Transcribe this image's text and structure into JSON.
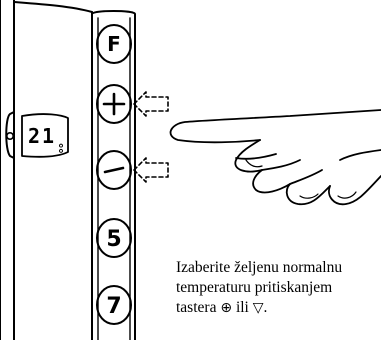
{
  "device": {
    "buttons": [
      {
        "id": "f",
        "label": "F",
        "icon": "f-letter"
      },
      {
        "id": "plus",
        "label": "+",
        "icon": "plus-icon"
      },
      {
        "id": "minus",
        "label": "−",
        "icon": "minus-icon"
      },
      {
        "id": "5",
        "label": "5",
        "icon": "digit-5"
      },
      {
        "id": "7",
        "label": "7",
        "icon": "digit-7"
      }
    ],
    "display": {
      "value": "21",
      "unit_marks": "°°"
    }
  },
  "instruction": {
    "line1": "Izaberite željenu normalnu",
    "line2": "temperaturu pritiskanjem",
    "line3_prefix": "tastera ",
    "plus_symbol": "⊕",
    "or_word": " ili ",
    "minus_symbol": "▽",
    "line3_suffix": "."
  }
}
